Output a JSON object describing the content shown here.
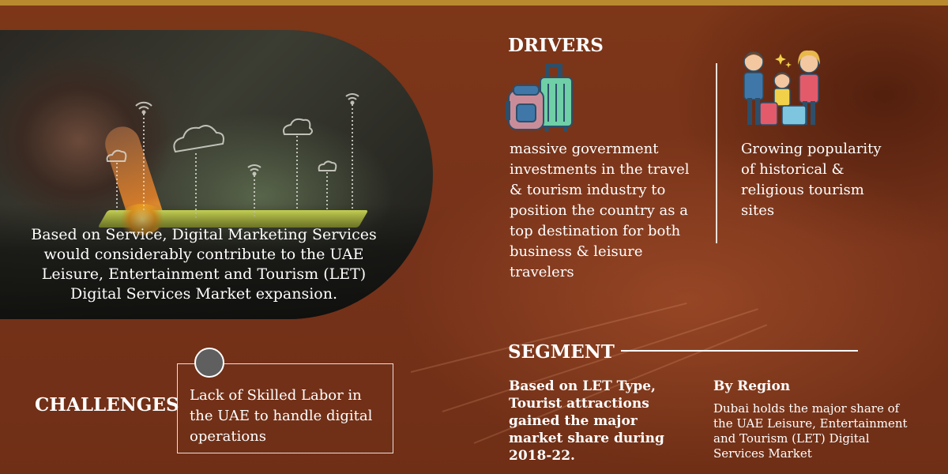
{
  "colors": {
    "background": "#7a3417",
    "top_bar": "#b8892e",
    "text": "#ffffff",
    "challenge_dot": "#5f5f5f"
  },
  "hero": {
    "text": "Based on Service, Digital Marketing Services would considerably contribute to the UAE Leisure, Entertainment and Tourism (LET) Digital Services Market expansion.",
    "icons": [
      "cloud-icon",
      "wifi-signal-icon",
      "pointing-hand-image",
      "tablet-image"
    ]
  },
  "drivers": {
    "heading": "DRIVERS",
    "items": [
      {
        "icon": "luggage-icon",
        "text": "massive government investments in the travel & tourism industry to position the country as a top destination for both business & leisure travelers"
      },
      {
        "icon": "family-travel-icon",
        "text": "Growing popularity of historical & religious tourism sites"
      }
    ]
  },
  "challenges": {
    "heading": "CHALLENGES",
    "text": "Lack of Skilled Labor in the UAE to handle digital operations"
  },
  "segment": {
    "heading": "SEGMENT",
    "let_type": {
      "text": "Based on LET Type, Tourist attractions gained the major market share during 2018-22."
    },
    "region": {
      "title": "By Region",
      "text": "Dubai holds the major share of the UAE Leisure, Entertainment and Tourism (LET) Digital Services Market"
    }
  }
}
